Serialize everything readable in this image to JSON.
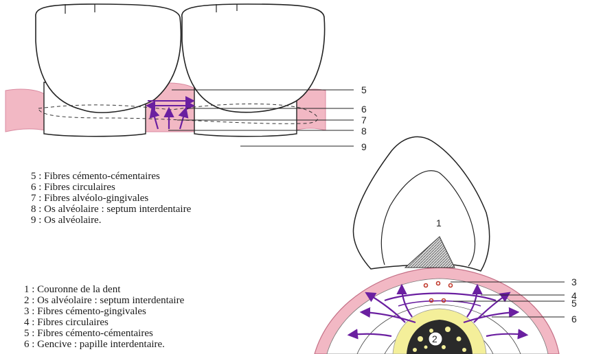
{
  "colors": {
    "gum": "#f2b8c4",
    "gum_edge": "#d98aa0",
    "fibre": "#6a1fa0",
    "bone": "#f4ef9a",
    "dot": "#c0392b",
    "line": "#222222"
  },
  "figure_top": {
    "callouts": [
      "5",
      "6",
      "7",
      "8",
      "9"
    ],
    "legend": [
      "5 : Fibres cémento-cémentaires",
      "6 : Fibres circulaires",
      "7 : Fibres alvéolo-gingivales",
      "8 : Os alvéolaire : septum interdentaire",
      "9 : Os alvéolaire."
    ]
  },
  "figure_bottom": {
    "crown_label": "1",
    "bone_label": "2",
    "callouts": [
      "3",
      "4",
      "5",
      "6"
    ],
    "legend": [
      "1 : Couronne de la dent",
      "2 : Os alvéolaire : septum interdentaire",
      "3 : Fibres cémento-gingivales",
      "4 : Fibres circulaires",
      "5 : Fibres cémento-cémentaires",
      "6 : Gencive : papille interdentaire."
    ]
  }
}
